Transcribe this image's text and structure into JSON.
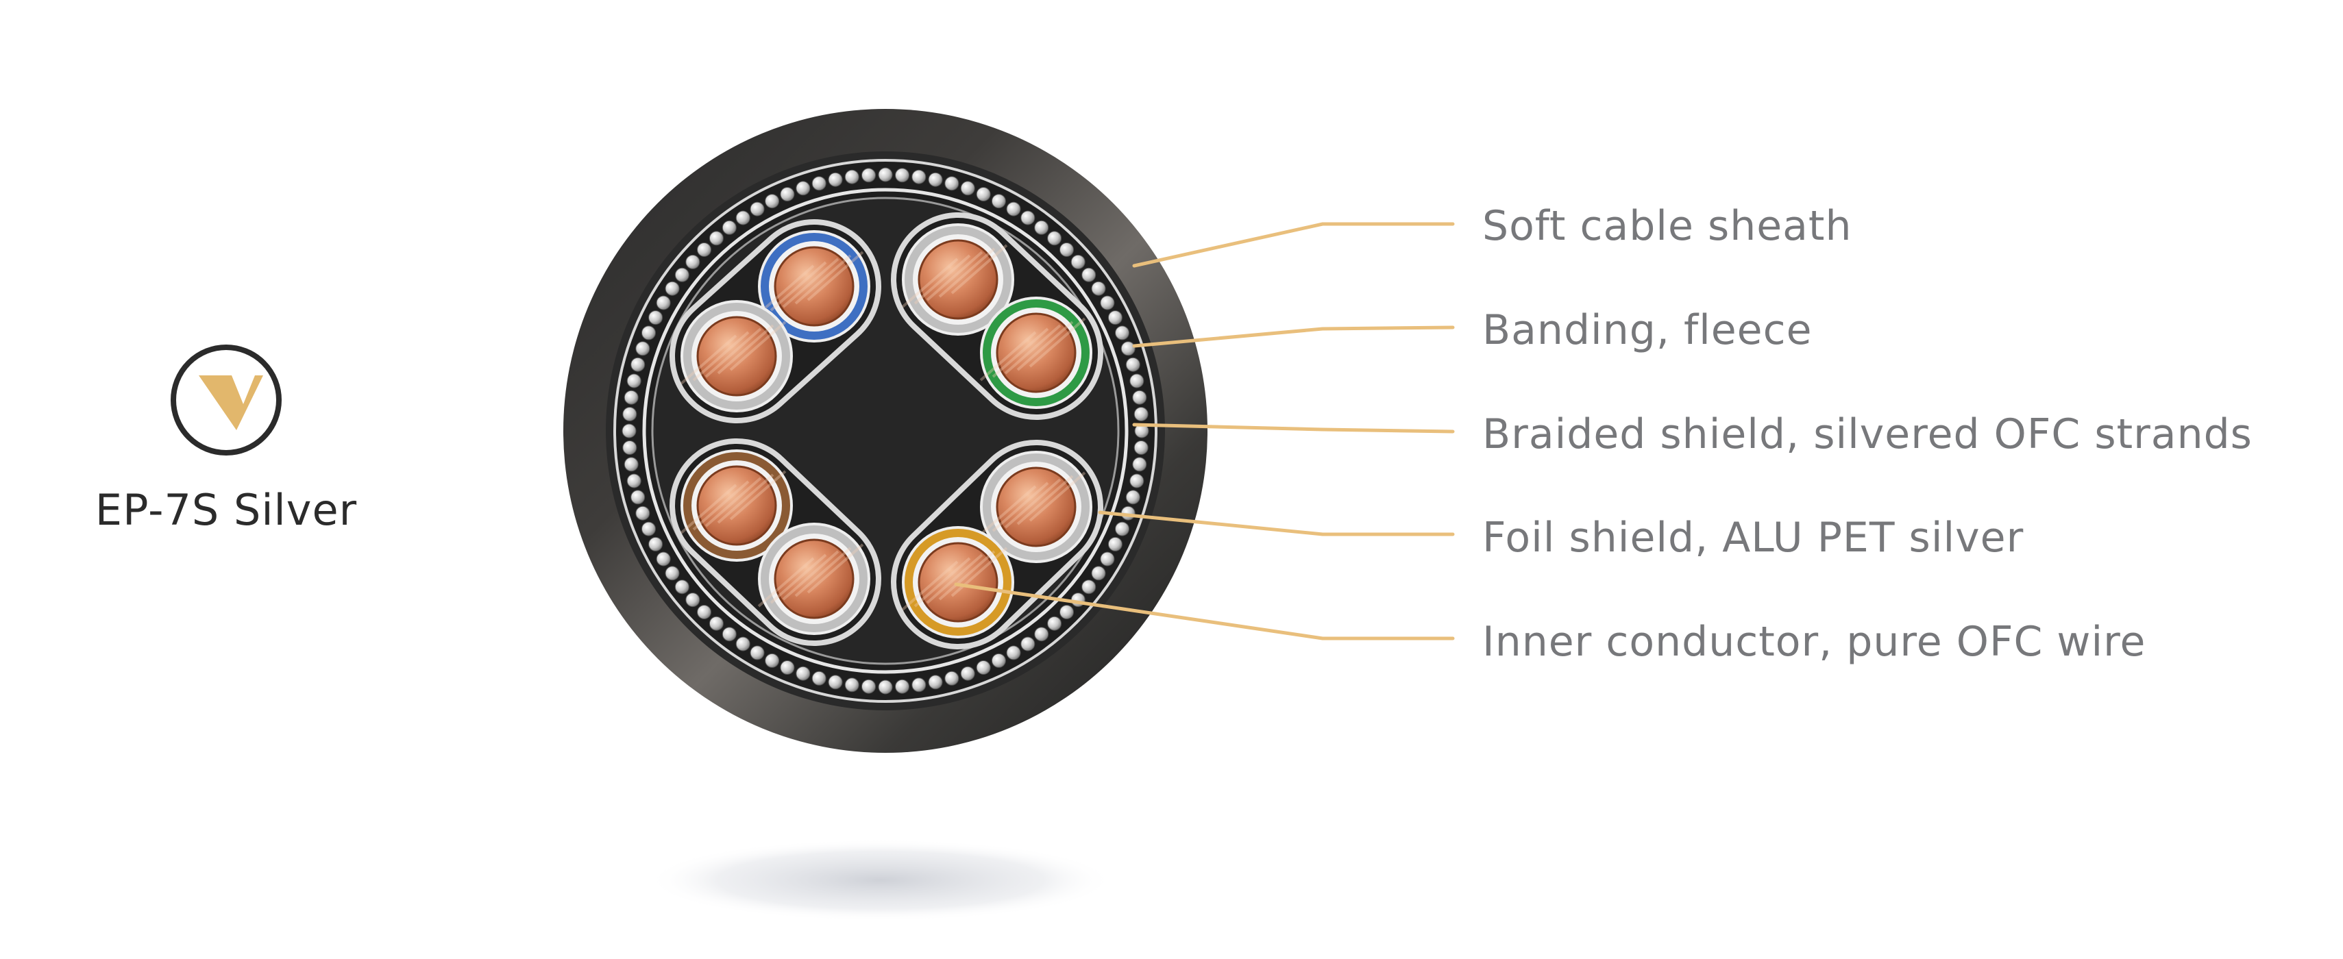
{
  "brand": {
    "product_name": "EP-7S Silver",
    "logo_icon": "v-logo-icon",
    "accent_color": "#e2b76c"
  },
  "diagram": {
    "subject": "cable-cross-section",
    "leader_color": "#e9bf7c",
    "label_color": "#77787b",
    "labels": [
      {
        "id": "sheath",
        "text": "Soft cable sheath"
      },
      {
        "id": "banding",
        "text": "Banding, fleece"
      },
      {
        "id": "braid",
        "text": "Braided shield, silvered OFC strands"
      },
      {
        "id": "foil",
        "text": "Foil shield, ALU PET silver"
      },
      {
        "id": "conductor",
        "text": "Inner conductor, pure OFC wire"
      }
    ],
    "pairs": [
      {
        "name": "pair-top-left",
        "colors": [
          "#3e6fc2",
          "#bfbfbf"
        ]
      },
      {
        "name": "pair-top-right",
        "colors": [
          "#bfbfbf",
          "#2e9a45"
        ]
      },
      {
        "name": "pair-bottom-left",
        "colors": [
          "#8a5a33",
          "#bfbfbf"
        ]
      },
      {
        "name": "pair-bottom-right",
        "colors": [
          "#bfbfbf",
          "#d69a26"
        ]
      }
    ]
  }
}
